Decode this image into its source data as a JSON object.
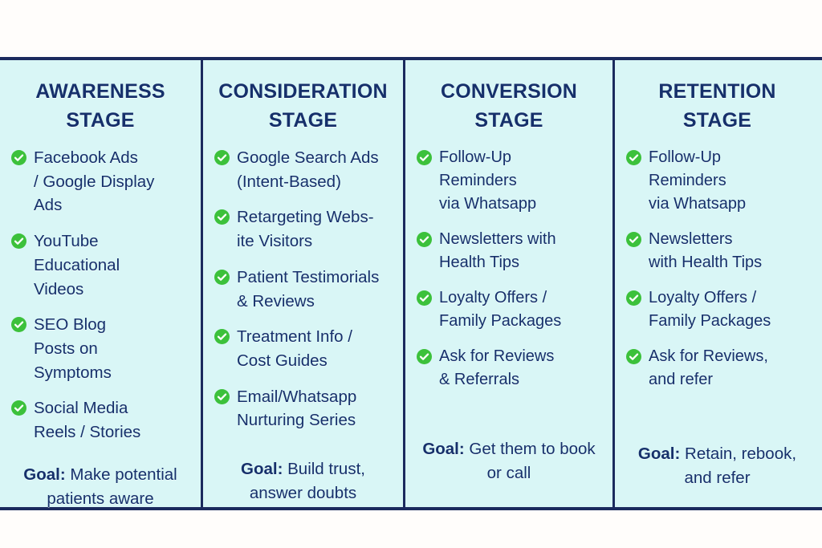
{
  "theme": {
    "page_background": "#fffdfb",
    "panel_background": "#d9f6f6",
    "border_color": "#1b2a5e",
    "heading_color": "#16306b",
    "body_text_color": "#16306b",
    "check_circle_color": "#3cc13b",
    "check_mark_color": "#ffffff"
  },
  "goal_label": "Goal:",
  "icons": {
    "check": "check-circle-icon"
  },
  "stages": [
    {
      "title": "AWARENESS\nSTAGE",
      "items": [
        "Facebook Ads\n/ Google Display\nAds",
        "YouTube\nEducational\nVideos",
        "SEO Blog\nPosts on\nSymptoms",
        "Social Media\nReels / Stories"
      ],
      "goal_text": "Make potential patients aware"
    },
    {
      "title": "CONSIDERATION\nSTAGE",
      "items": [
        "Google Search Ads\n(Intent-Based)",
        "Retargeting Webs-\nite Visitors",
        "Patient Testimorials\n& Reviews",
        "Treatment Info /\nCost Guides",
        "Email/Whatsapp\nNurturing Series"
      ],
      "goal_text": "Build trust, answer doubts"
    },
    {
      "title": "CONVERSION\nSTAGE",
      "items": [
        "Follow-Up\nReminders\nvia Whatsapp",
        "Newsletters with\nHealth Tips",
        "Loyalty Offers /\nFamily Packages",
        "Ask for Reviews\n& Referrals"
      ],
      "goal_text": "Get them to book or call"
    },
    {
      "title": "RETENTION\nSTAGE",
      "items": [
        "Follow-Up\nReminders\nvia Whatsapp",
        "Newsletters\nwith Health Tips",
        "Loyalty Offers /\nFamily Packages",
        "Ask for Reviews,\nand refer"
      ],
      "goal_text": "Retain, rebook, and refer"
    }
  ]
}
